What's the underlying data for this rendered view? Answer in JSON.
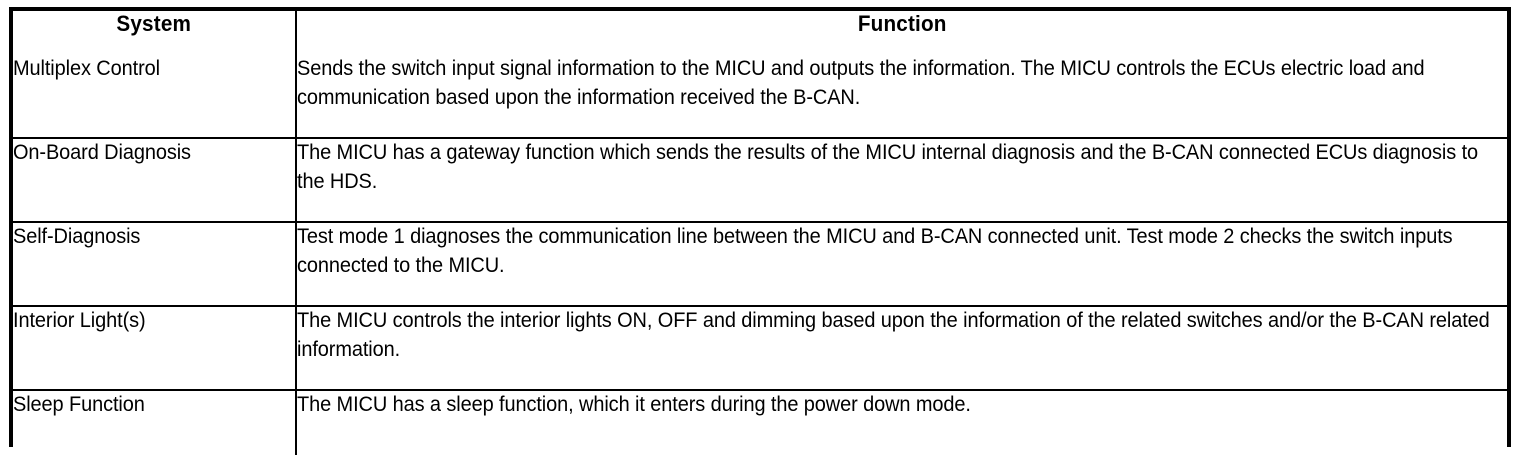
{
  "table": {
    "columns": [
      {
        "key": "system",
        "header": "System"
      },
      {
        "key": "function",
        "header": "Function"
      }
    ],
    "rows": [
      {
        "system": "Multiplex Control",
        "function": "Sends the switch input signal information to the MICU and outputs the information. The MICU controls the ECUs electric load and communication based upon the information received the B-CAN."
      },
      {
        "system": "On-Board Diagnosis",
        "function": "The MICU has a gateway function which sends the results of the MICU internal diagnosis and the B-CAN connected ECUs diagnosis to the HDS."
      },
      {
        "system": "Self-Diagnosis",
        "function": "Test mode 1 diagnoses the communication line between the MICU and B-CAN connected unit. Test mode 2 checks the switch inputs connected to the MICU."
      },
      {
        "system": "Interior Light(s)",
        "function": "The MICU controls the interior lights ON, OFF and dimming based upon the information of the related switches and/or the B-CAN related information."
      },
      {
        "system": "Sleep Function",
        "function": "The MICU has a sleep function, which it enters during the power down mode."
      }
    ]
  },
  "style": {
    "border_color": "#000000",
    "text_color": "#000000",
    "background": "#ffffff"
  }
}
